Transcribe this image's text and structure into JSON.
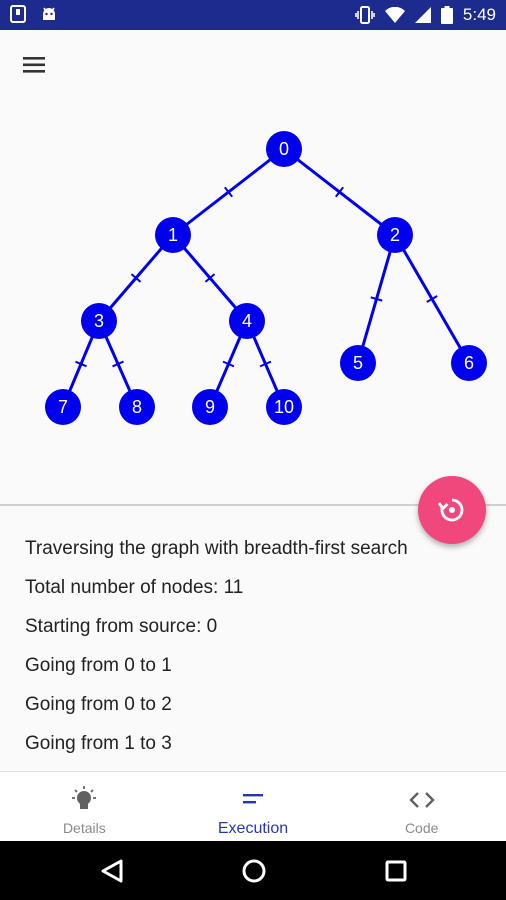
{
  "status_bar": {
    "time": "5:49"
  },
  "graph": {
    "nodes": [
      "0",
      "1",
      "2",
      "3",
      "4",
      "5",
      "6",
      "7",
      "8",
      "9",
      "10"
    ],
    "node_color": "#0000ee",
    "edge_color": "#0000ee"
  },
  "colors": {
    "status_bar": "#1d2a8e",
    "accent": "#f0487d",
    "active_tab": "#2a36b1"
  },
  "log": [
    "Traversing the graph with breadth-first search",
    "Total number of nodes: 11",
    "Starting from source: 0",
    "Going from 0 to 1",
    "Going from 0 to 2",
    "Going from 1 to 3"
  ],
  "bottom_nav": {
    "details": "Details",
    "execution": "Execution",
    "code": "Code"
  },
  "icons": {
    "menu": "hamburger-icon",
    "fab": "replay-icon",
    "details": "lightbulb-icon",
    "execution": "short-text-icon",
    "code": "code-brackets-icon"
  }
}
